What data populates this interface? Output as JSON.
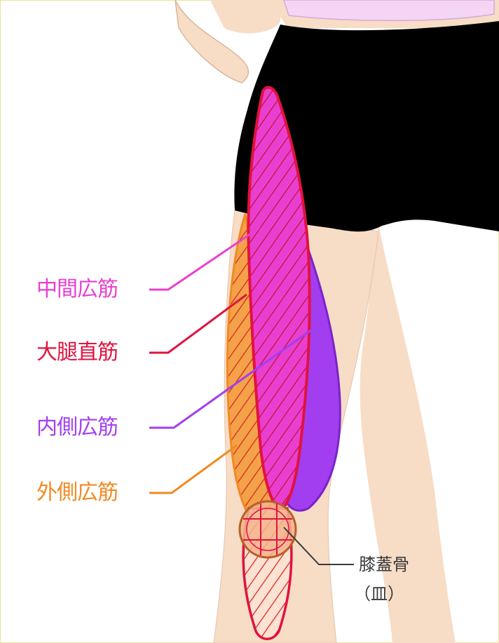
{
  "labels": {
    "vastus_intermedius": "中間広筋",
    "rectus_femoris": "大腿直筋",
    "vastus_medialis": "内側広筋",
    "vastus_lateralis": "外側広筋",
    "patella": "膝蓋骨",
    "patella_note": "（皿）"
  },
  "colors": {
    "vastus_intermedius": "#e93fd0",
    "rectus_femoris": "#e0133f",
    "vastus_medialis": "#a33ef0",
    "vastus_lateralis": "#f08a22",
    "patella_line": "#3a3a3a",
    "skin": "#f7dcc6",
    "shorts": "#000000"
  }
}
